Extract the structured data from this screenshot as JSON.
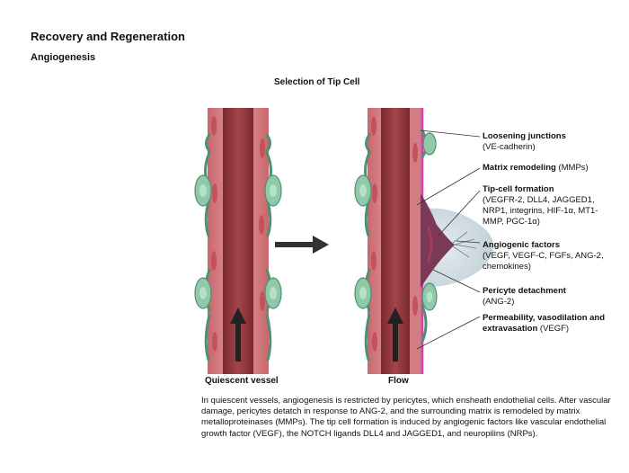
{
  "header": {
    "title": "Recovery and Regeneration",
    "subtitle": "Angiogenesis"
  },
  "figure": {
    "title": "Selection of Tip Cell",
    "left_caption": "Quiescent vessel",
    "right_caption": "Flow"
  },
  "labels": [
    {
      "bold": "Loosening junctions",
      "text": "(VE-cadherin)"
    },
    {
      "bold": "Matrix remodeling",
      "text": " (MMPs)"
    },
    {
      "bold": "Tip-cell formation",
      "text": "(VEGFR-2, DLL4, JAGGED1, NRP1, integrins, HIF-1α, MT1-MMP, PGC-1α)"
    },
    {
      "bold": "Angiogenic factors",
      "text": "(VEGF, VEGF-C, FGFs, ANG-2, chemokines)"
    },
    {
      "bold": "Pericyte detachment",
      "text": "(ANG-2)"
    },
    {
      "bold": "Permeability, vasodilation and extravasation",
      "text": " (VEGF)"
    }
  ],
  "description": "In quiescent vessels, angiogenesis is restricted by pericytes, which ensheath endothelial cells. After vascular damage, pericytes detatch in response to ANG-2, and the surrounding matrix is remodeled by matrix metalloproteinases (MMPs). The tip cell formation is induced by angiogenic factors like vascular endothelial growth factor (VEGF), the NOTCH ligands DLL4 and JAGGED1, and neuropilins (NRPs).",
  "colors": {
    "vessel_wall": "#d9858a",
    "vessel_lumen": "#8c3338",
    "endothelial_cell": "#c85a60",
    "pericyte": "#8fc9a8",
    "pericyte_outline": "#4f8f74",
    "tip_cell_halo": "#c8d6dc",
    "leak_edge": "#d63fb4",
    "arrow": "#222222"
  }
}
